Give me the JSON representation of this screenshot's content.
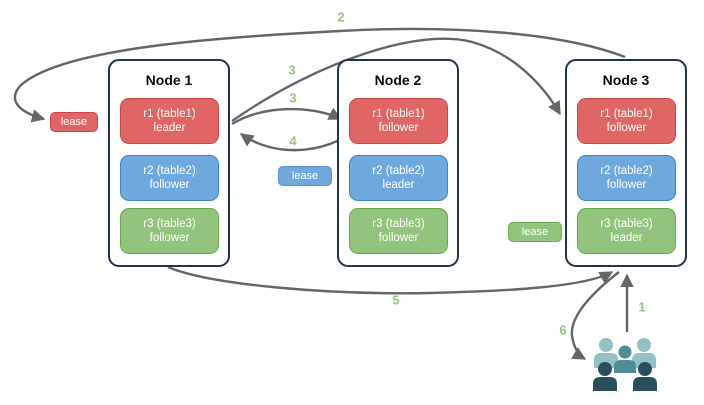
{
  "nodes": [
    {
      "title": "Node 1",
      "replicas": [
        {
          "name": "r1 (table1)",
          "role": "leader",
          "color": "red"
        },
        {
          "name": "r2 (table2)",
          "role": "follower",
          "color": "blue"
        },
        {
          "name": "r3 (table3)",
          "role": "follower",
          "color": "green"
        }
      ]
    },
    {
      "title": "Node 2",
      "replicas": [
        {
          "name": "r1 (table1)",
          "role": "follower",
          "color": "red"
        },
        {
          "name": "r2 (table2)",
          "role": "leader",
          "color": "blue"
        },
        {
          "name": "r3 (table3)",
          "role": "follower",
          "color": "green"
        }
      ]
    },
    {
      "title": "Node 3",
      "replicas": [
        {
          "name": "r1 (table1)",
          "role": "follower",
          "color": "red"
        },
        {
          "name": "r2 (table2)",
          "role": "follower",
          "color": "blue"
        },
        {
          "name": "r3 (table3)",
          "role": "leader",
          "color": "green"
        }
      ]
    }
  ],
  "leases": [
    {
      "label": "lease",
      "color": "red"
    },
    {
      "label": "lease",
      "color": "blue"
    },
    {
      "label": "lease",
      "color": "green"
    }
  ],
  "steps": [
    {
      "label": "1"
    },
    {
      "label": "2"
    },
    {
      "label": "3"
    },
    {
      "label": "3"
    },
    {
      "label": "4"
    },
    {
      "label": "5"
    },
    {
      "label": "6"
    }
  ],
  "colors": {
    "replica_red": "#e06666",
    "replica_red_border": "#c94444",
    "replica_blue": "#6fa8dc",
    "replica_blue_border": "#3d85c6",
    "replica_green": "#93c47d",
    "replica_green_border": "#6aa84f",
    "node_border": "#22324f",
    "arrow": "#666666",
    "step_label": "#93c47d",
    "users_light": "#93c1c5",
    "users_mid": "#4e8c96",
    "users_dark": "#2c4f5e"
  }
}
